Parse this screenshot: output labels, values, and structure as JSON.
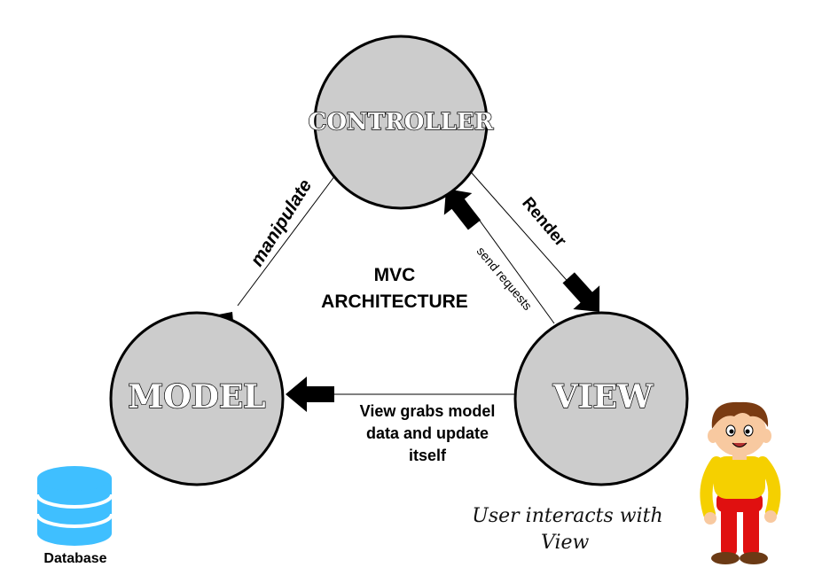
{
  "diagram": {
    "title_line1": "MVC",
    "title_line2": "ARCHITECTURE",
    "nodes": {
      "controller": "CONTROLLER",
      "model": "MODEL",
      "view": "VIEW"
    },
    "edges": {
      "controller_to_model": "manipulate",
      "controller_to_view": "Render",
      "view_to_controller": "send requests",
      "view_to_model_line1": "View grabs model",
      "view_to_model_line2": "data and update",
      "view_to_model_line3": "itself"
    },
    "database_label": "Database",
    "user_caption_line1": "User interacts with",
    "user_caption_line2": "View"
  },
  "colors": {
    "node_fill": "#cccccc",
    "node_stroke": "#000000",
    "database": "#3fbfff",
    "shirt": "#f5d000",
    "pants": "#e01010",
    "hair": "#7a3b12"
  }
}
